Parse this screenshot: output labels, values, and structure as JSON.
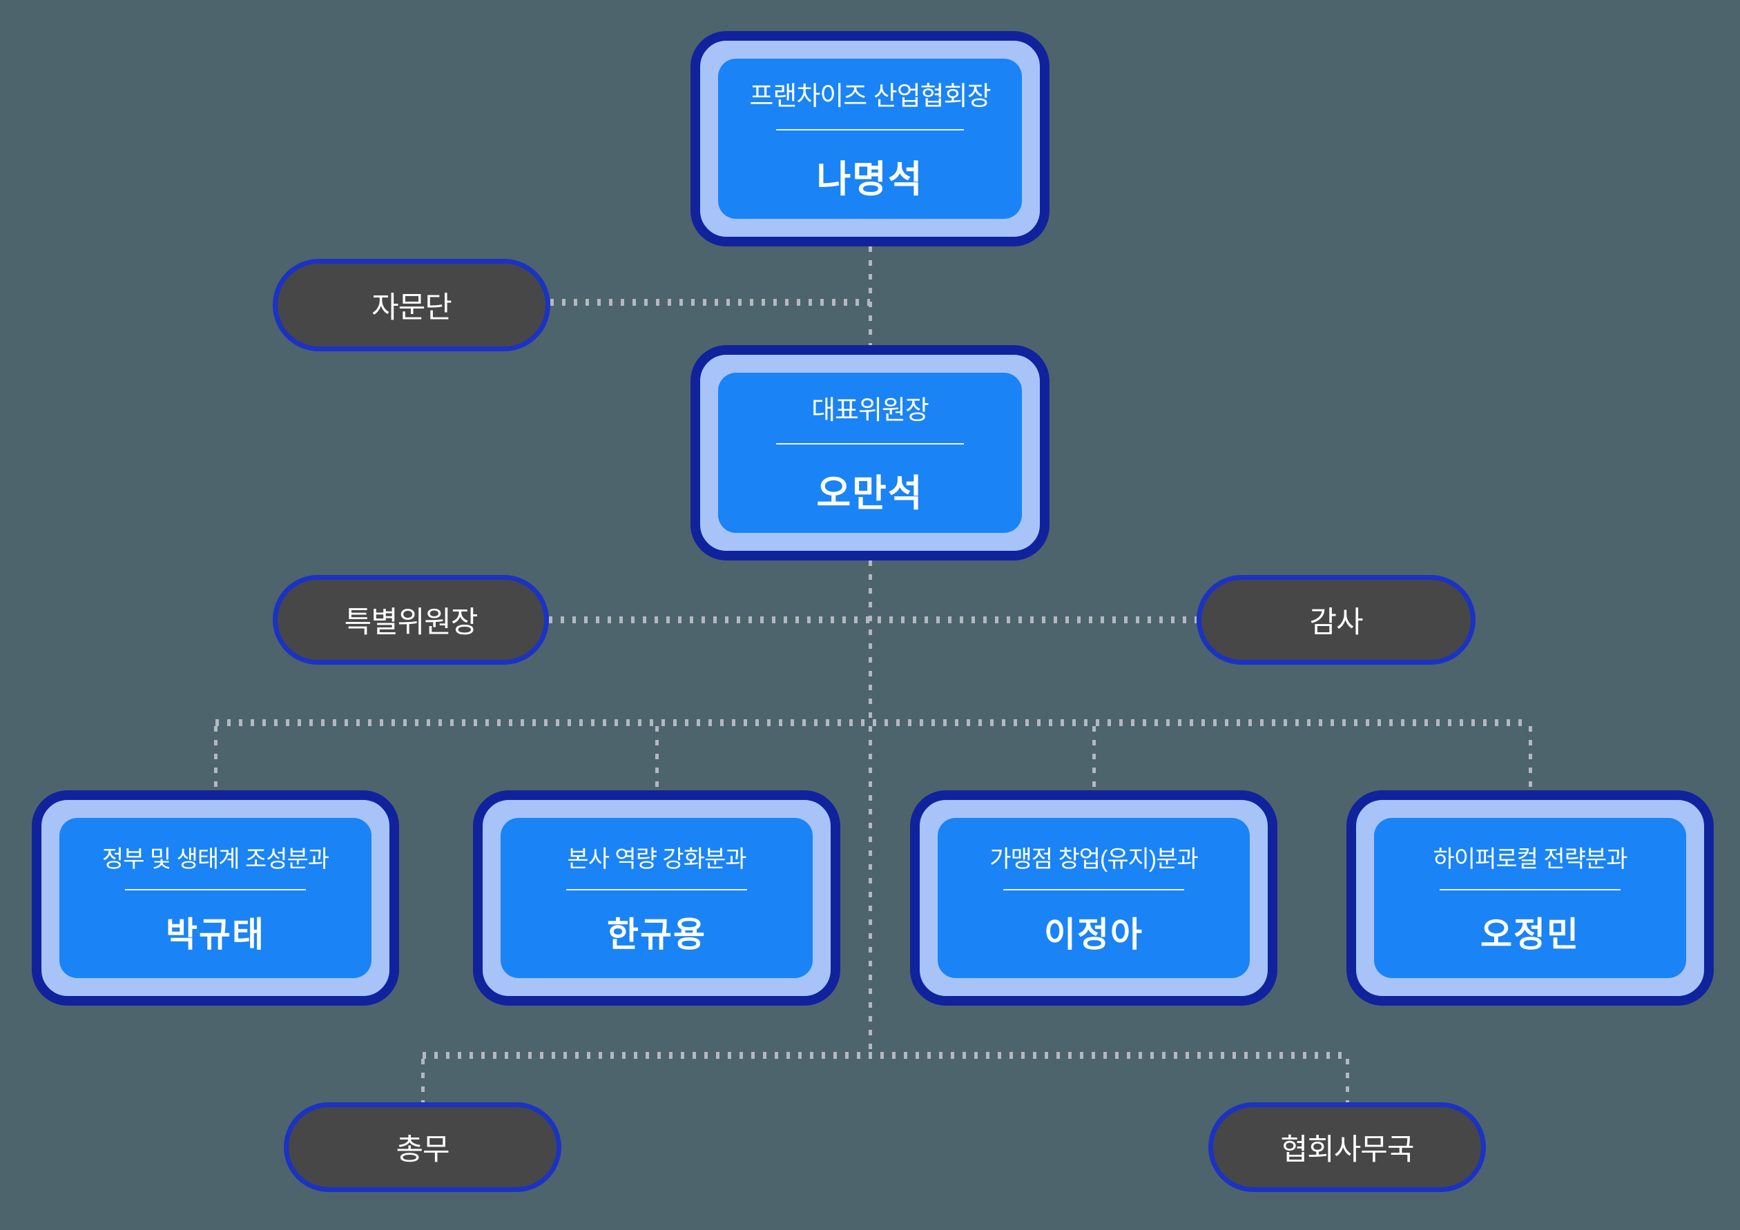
{
  "colors": {
    "bg": "#4d646c",
    "navy": "#10239c",
    "ring": "#a7c3f8",
    "node_fill": "#1a83f6",
    "pill_fill": "#474747",
    "pill_border": "#1b32c4",
    "dot": "#b4b8c0",
    "text": "#ffffff"
  },
  "nodes": {
    "president": {
      "title": "프랜차이즈 산업협회장",
      "name": "나명석"
    },
    "chairman": {
      "title": "대표위원장",
      "name": "오만석"
    },
    "divisions": [
      {
        "title": "정부 및 생태계 조성분과",
        "name": "박규태"
      },
      {
        "title": "본사 역량 강화분과",
        "name": "한규용"
      },
      {
        "title": "가맹점 창업(유지)분과",
        "name": "이정아"
      },
      {
        "title": "하이퍼로컬 전략분과",
        "name": "오정민"
      }
    ]
  },
  "pills": {
    "advisory": "자문단",
    "special_chair": "특별위원장",
    "auditor": "감사",
    "general_affairs": "총무",
    "secretariat": "협회사무국"
  }
}
